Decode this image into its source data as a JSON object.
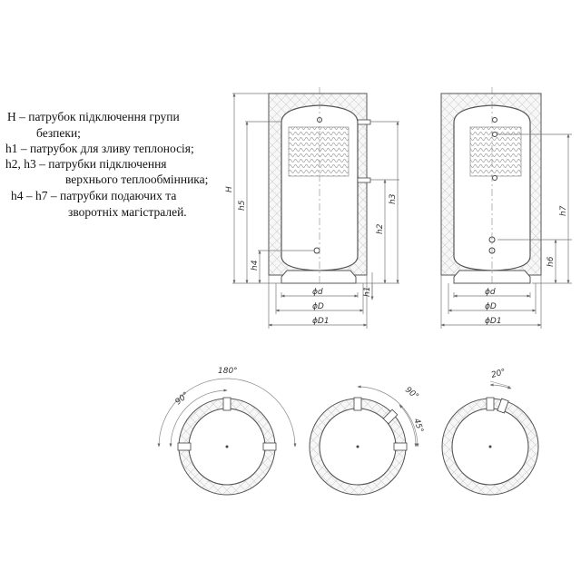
{
  "legend": [
    "H – патрубок підключення групи",
    "безпеки;",
    "h1 – патрубок для зливу теплоносія;",
    "h2, h3 – патрубки підключення",
    "верхнього теплообмінника;",
    "h4 – h7  – патрубки подаючих та",
    "зворотніх магістралей."
  ],
  "left_view": {
    "dim_labels": [
      "H",
      "h5",
      "h3",
      "h2",
      "h4",
      "h1"
    ],
    "diam_labels": [
      "ϕd",
      "ϕD",
      "ϕD1"
    ]
  },
  "right_view": {
    "dim_labels": [
      "h7",
      "h6"
    ],
    "diam_labels": [
      "ϕd",
      "ϕD",
      "ϕD1"
    ]
  },
  "plan_views": {
    "left": [
      "180°",
      "90°"
    ],
    "middle": [
      "90°",
      "45°"
    ],
    "right": [
      "20°"
    ]
  }
}
